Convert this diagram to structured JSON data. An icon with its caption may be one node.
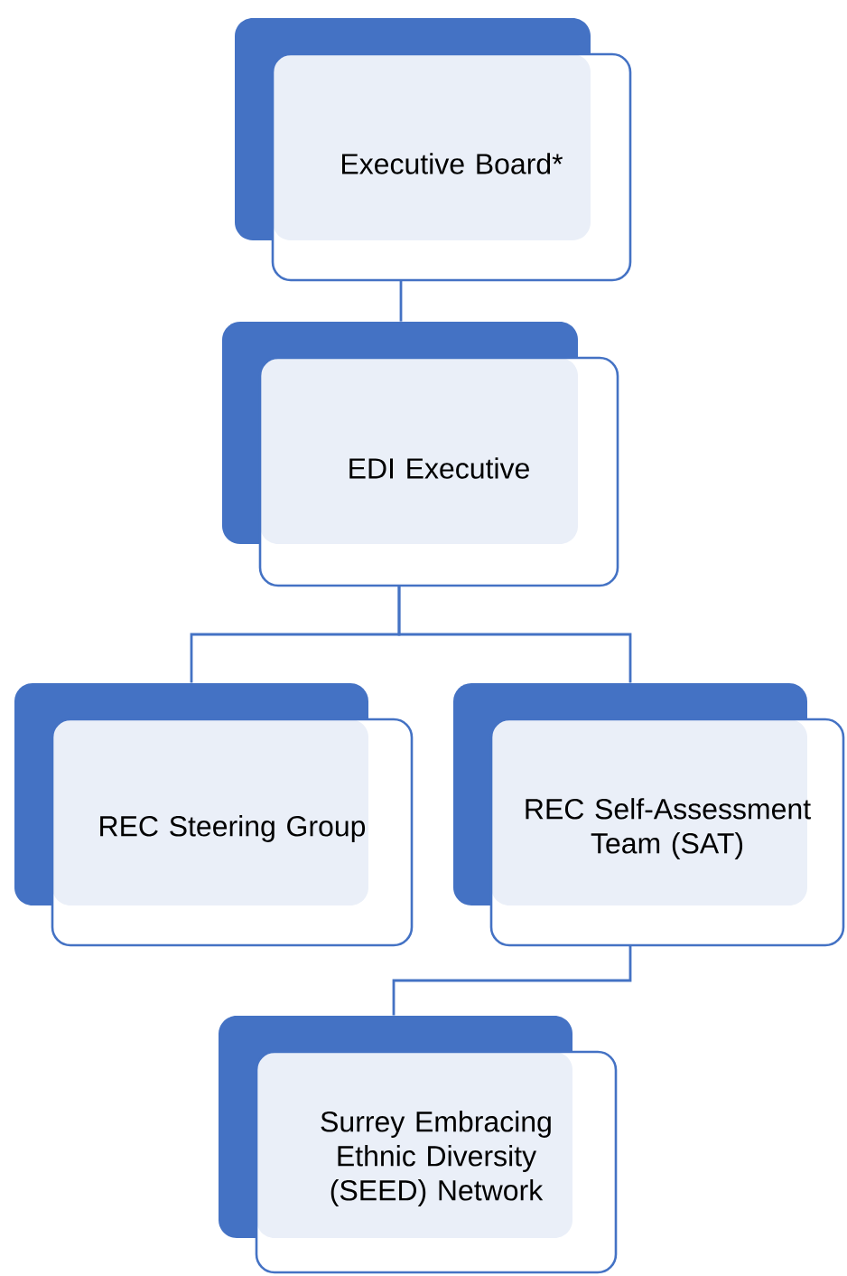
{
  "diagram": {
    "nodes": [
      {
        "text": [
          "Executive Board*"
        ]
      },
      {
        "text": [
          "EDI Executive"
        ]
      },
      {
        "text": [
          "REC Steering Group"
        ]
      },
      {
        "text": [
          "REC Self-Assessment Team (SAT)"
        ]
      },
      {
        "text": [
          "Surrey Embracing Ethnic Diversity (SEED) Network"
        ]
      }
    ],
    "edges": [
      {
        "from": 0,
        "to": 1,
        "arrow": "none"
      },
      {
        "from": 1,
        "to": 2,
        "arrow": "none"
      },
      {
        "from": 1,
        "to": 3,
        "arrow": "none"
      },
      {
        "from": 3,
        "to": 4,
        "arrow": "none"
      }
    ]
  }
}
